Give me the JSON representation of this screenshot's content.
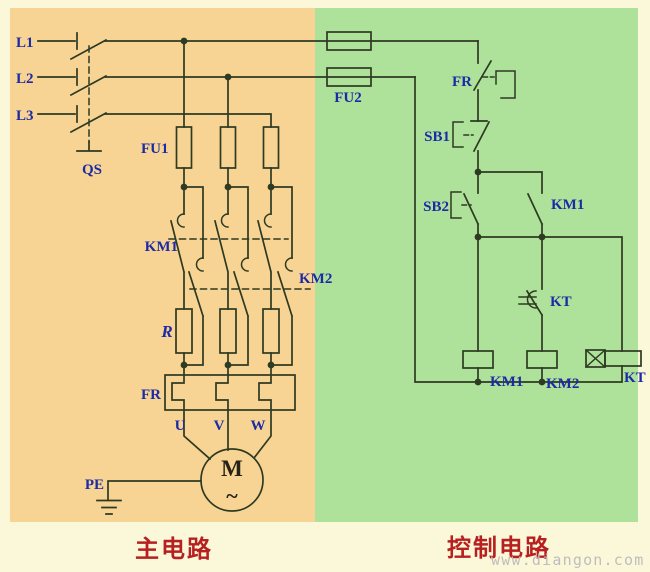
{
  "diagram": {
    "type": "electrical-schematic",
    "sections": {
      "left_title": "主电路",
      "right_title": "控制电路"
    },
    "watermark": "www.diangon.com",
    "colors": {
      "main_bg": "#f7d493",
      "control_bg": "#aee29b",
      "page_bg": "#fbf8da",
      "wire": "#2e3a22",
      "label": "#1c2aa5",
      "title": "#b72020",
      "watermark": "#bdbdbd",
      "motor_text": "#272217"
    },
    "labels": {
      "l1": "L1",
      "l2": "L2",
      "l3": "L3",
      "qs": "QS",
      "fu1": "FU1",
      "fu2": "FU2",
      "km1_main": "KM1",
      "km2_main": "KM2",
      "r": "R",
      "fr_main": "FR",
      "u": "U",
      "v": "V",
      "w": "W",
      "pe": "PE",
      "motor": "M",
      "motor_wave": "~",
      "fr_ctrl": "FR",
      "sb1": "SB1",
      "sb2": "SB2",
      "km1_aux": "KM1",
      "kt_contact": "KT",
      "km1_coil": "KM1",
      "km2_coil": "KM2",
      "kt_coil": "KT"
    }
  }
}
